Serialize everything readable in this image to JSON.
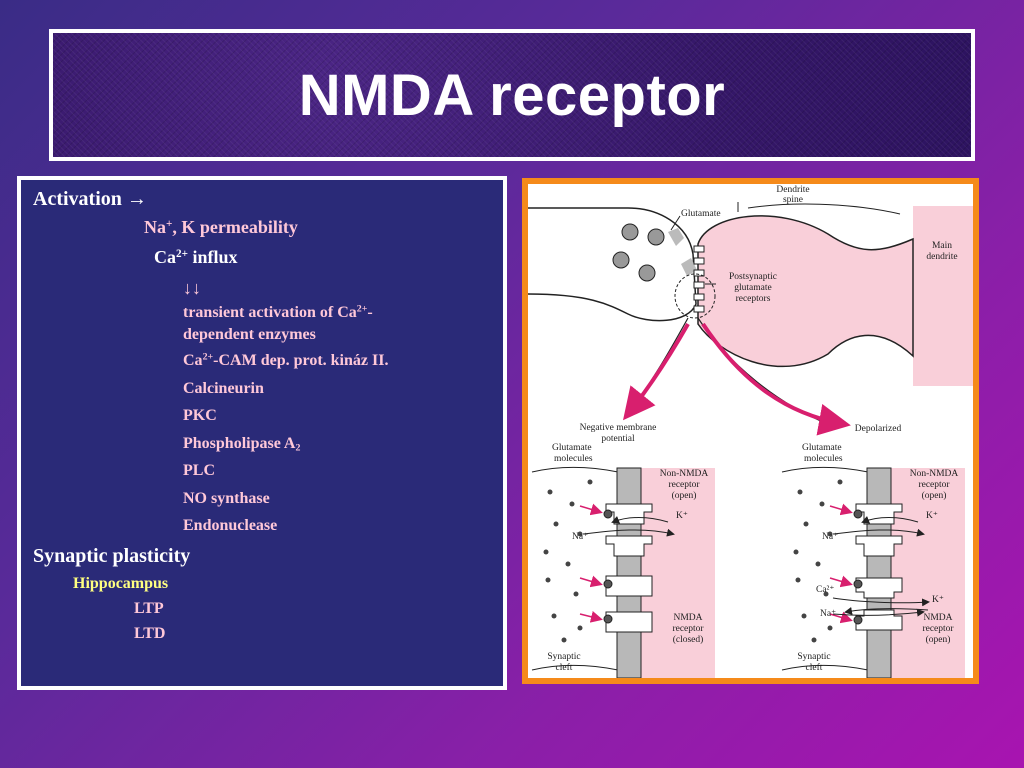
{
  "slide": {
    "title": "NMDA receptor",
    "text": {
      "activation": "Activation →",
      "na_k_na": "Na",
      "na_k_sup": "+",
      "na_k_rest": ", K permeability",
      "ca_influx_ca": "Ca",
      "ca_influx_sup": "2+",
      "ca_influx_rest": " influx",
      "arrows": "↓↓",
      "transient_a": "transient activation of Ca",
      "transient_sup": "2+",
      "transient_b": "-",
      "transient_c": "dependent enzymes",
      "cam_ca": "Ca",
      "cam_sup": "2+",
      "cam_rest": "-CAM dep. prot. kináz II.",
      "calcineurin": "Calcineurin",
      "pkc": "PKC",
      "phospholipase": "Phospholipase A",
      "phospholipase_sub": "2",
      "plc": "PLC",
      "no_synthase": "NO synthase",
      "endonuclease": "Endonuclease",
      "synaptic_plasticity": "Synaptic plasticity",
      "hippocampus": "Hippocampus",
      "ltp": "LTP",
      "ltd": "LTD"
    }
  },
  "diagram": {
    "dendrite_spine_1": "Dendrite",
    "dendrite_spine_2": "spine",
    "glutamate": "Glutamate",
    "main_dendrite_1": "Main",
    "main_dendrite_2": "dendrite",
    "postsyn_1": "Postsynaptic",
    "postsyn_2": "glutamate",
    "postsyn_3": "receptors",
    "neg_potential_1": "Negative membrane",
    "neg_potential_2": "potential",
    "depolarized": "Depolarized",
    "left": {
      "glut_mol_1": "Glutamate",
      "glut_mol_2": "molecules",
      "non_nmda_1": "Non-NMDA",
      "non_nmda_2": "receptor",
      "non_nmda_3": "(open)",
      "k_ion": "K⁺",
      "na_ion": "Na⁺",
      "nmda_1": "NMDA",
      "nmda_2": "receptor",
      "nmda_3": "(closed)",
      "cleft_1": "Synaptic",
      "cleft_2": "cleft"
    },
    "right": {
      "glut_mol_1": "Glutamate",
      "glut_mol_2": "molecules",
      "non_nmda_1": "Non-NMDA",
      "non_nmda_2": "receptor",
      "non_nmda_3": "(open)",
      "k_ion": "K⁺",
      "na_ion": "Na⁺",
      "ca_ion": "Ca²⁺",
      "k_ion_2": "K⁺",
      "na_ion_2": "Na⁺",
      "nmda_1": "NMDA",
      "nmda_2": "receptor",
      "nmda_3": "(open)",
      "cleft_1": "Synaptic",
      "cleft_2": "cleft"
    },
    "colors": {
      "pink_fill": "#f9cfd9",
      "arrow_magenta": "#d81f6e",
      "channel_gray": "#b8b8b8"
    }
  }
}
